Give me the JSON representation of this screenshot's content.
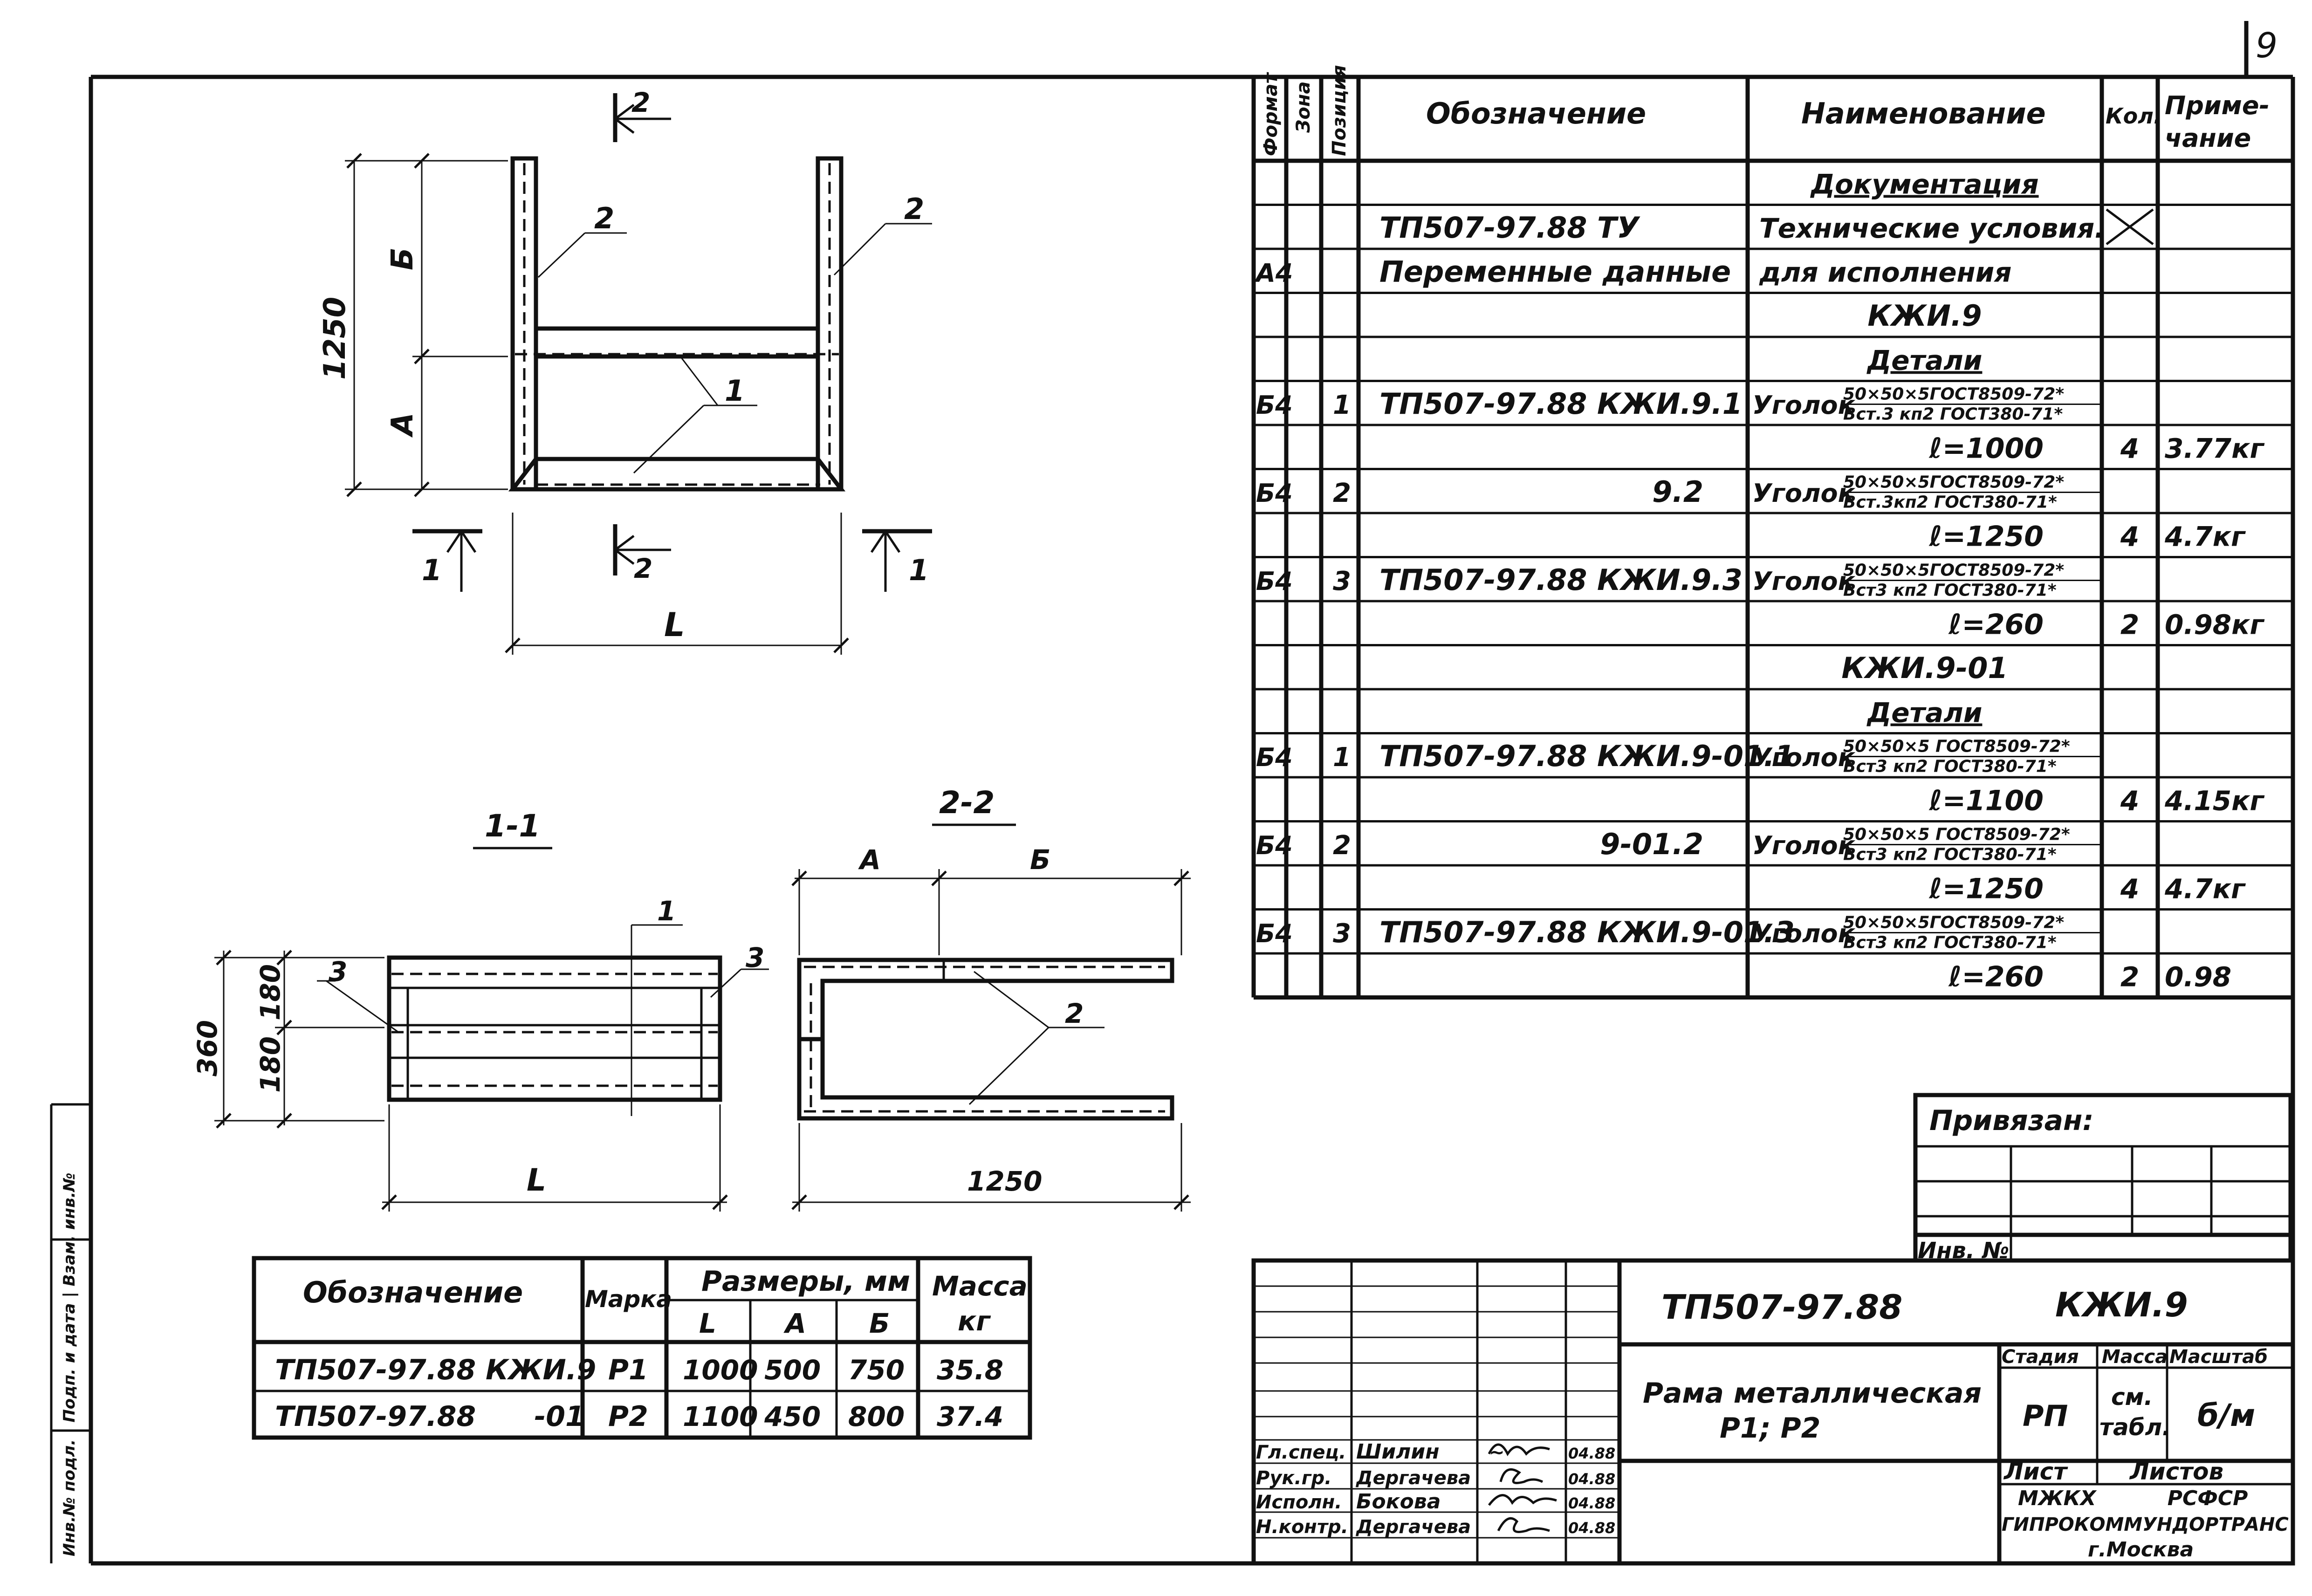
{
  "sheet_number": "9",
  "spec_table": {
    "headers": {
      "format": "Формат",
      "zone": "Зона",
      "position": "Позиция",
      "designation": "Обозначение",
      "name": "Наименование",
      "qty": "Кол.",
      "note": "Приме-",
      "note2": "чание"
    },
    "rows": [
      {
        "format": "",
        "pos": "",
        "designation": "",
        "name": "Документация",
        "qty": "",
        "note": "",
        "style": "heading"
      },
      {
        "format": "",
        "pos": "",
        "designation": "ТП507-97.88     ТУ",
        "name": "Технические условия.",
        "qty": "",
        "note": "",
        "style": "normal",
        "crossed_qty": true
      },
      {
        "format": "А4",
        "pos": "",
        "designation": "Переменные    данные",
        "name": "для  исполнения",
        "qty": "",
        "note": "",
        "style": "normal"
      },
      {
        "format": "",
        "pos": "",
        "designation": "",
        "name": "КЖИ.9",
        "qty": "",
        "note": "",
        "style": "center"
      },
      {
        "format": "",
        "pos": "",
        "designation": "",
        "name": "Детали",
        "qty": "",
        "note": "",
        "style": "heading"
      },
      {
        "format": "Б4",
        "pos": "1",
        "designation": "ТП507-97.88 КЖИ.9.1",
        "name": "Уголок",
        "name_top": "50×50×5ГОСТ8509-72*",
        "name_bottom": "Вст.3 кп2 ГОСТ380-71*",
        "qty": "",
        "note": "",
        "style": "angle"
      },
      {
        "format": "",
        "pos": "",
        "designation": "",
        "name": "ℓ=1000",
        "qty": "4",
        "note": "3.77кг",
        "style": "right"
      },
      {
        "format": "Б4",
        "pos": "2",
        "designation": "9.2",
        "name": "Уголок",
        "name_top": "50×50×5ГОСТ8509-72*",
        "name_bottom": "Вст.3кп2 ГОСТ380-71*",
        "qty": "",
        "note": "",
        "style": "angle",
        "designation_align": "right"
      },
      {
        "format": "",
        "pos": "",
        "designation": "",
        "name": "ℓ=1250",
        "qty": "4",
        "note": "4.7кг",
        "style": "right"
      },
      {
        "format": "Б4",
        "pos": "3",
        "designation": "ТП507-97.88   КЖИ.9.3",
        "name": "Уголок",
        "name_top": "50×50×5ГОСТ8509-72*",
        "name_bottom": "Вст3 кп2 ГОСТ380-71*",
        "qty": "",
        "note": "",
        "style": "angle"
      },
      {
        "format": "",
        "pos": "",
        "designation": "",
        "name": "ℓ=260",
        "qty": "2",
        "note": "0.98кг",
        "style": "right"
      },
      {
        "format": "",
        "pos": "",
        "designation": "",
        "name": "КЖИ.9-01",
        "qty": "",
        "note": "",
        "style": "center"
      },
      {
        "format": "",
        "pos": "",
        "designation": "",
        "name": "Детали",
        "qty": "",
        "note": "",
        "style": "heading"
      },
      {
        "format": "Б4",
        "pos": "1",
        "designation": "ТП507-97.88   КЖИ.9-01.1",
        "name": "Уголок",
        "name_top": "50×50×5 ГОСТ8509-72*",
        "name_bottom": "Вст3 кп2 ГОСТ380-71*",
        "qty": "",
        "note": "",
        "style": "angle"
      },
      {
        "format": "",
        "pos": "",
        "designation": "",
        "name": "ℓ=1100",
        "qty": "4",
        "note": "4.15кг",
        "style": "right"
      },
      {
        "format": "Б4",
        "pos": "2",
        "designation": "9-01.2",
        "name": "Уголок",
        "name_top": "50×50×5 ГОСТ8509-72*",
        "name_bottom": "Вст3 кп2 ГОСТ380-71*",
        "qty": "",
        "note": "",
        "style": "angle",
        "designation_align": "right"
      },
      {
        "format": "",
        "pos": "",
        "designation": "",
        "name": "ℓ=1250",
        "qty": "4",
        "note": "4.7кг",
        "style": "right"
      },
      {
        "format": "Б4",
        "pos": "3",
        "designation": "ТП507-97.88   КЖИ.9-01.3",
        "name": "Уголок",
        "name_top": "50×50×5ГОСТ8509-72*",
        "name_bottom": "Вст3 кп2 ГОСТ380-71*",
        "qty": "",
        "note": "",
        "style": "angle"
      },
      {
        "format": "",
        "pos": "",
        "designation": "",
        "name": "ℓ=260",
        "qty": "2",
        "note": "0.98",
        "style": "right"
      }
    ]
  },
  "views": {
    "main": {
      "dim_total": "1250",
      "dim_a": "А",
      "dim_b": "Б",
      "dim_l": "L",
      "callout_1": "1",
      "callout_2a": "2",
      "callout_2b": "2",
      "section_mark_1": "1",
      "section_mark_2": "2"
    },
    "section_1_1": {
      "title": "1-1",
      "dim_total": "360",
      "dim_upper": "180",
      "dim_lower": "180",
      "dim_l": "L",
      "callout_1": "1",
      "callout_3a": "3",
      "callout_3b": "3"
    },
    "section_2_2": {
      "title": "2-2",
      "dim_a": "А",
      "dim_b": "Б",
      "dim_total": "1250",
      "callout_2": "2"
    }
  },
  "marks_table": {
    "headers": {
      "designation": "Обозначение",
      "mark": "Марка",
      "dims": "Размеры, мм",
      "l": "L",
      "a": "А",
      "b": "Б",
      "mass": "Масса",
      "mass_unit": "кг"
    },
    "rows": [
      {
        "designation": "ТП507-97.88 КЖИ.9",
        "mark": "Р1",
        "l": "1000",
        "a": "500",
        "b": "750",
        "mass": "35.8"
      },
      {
        "designation": "ТП507-97.88      -01",
        "mark": "Р2",
        "l": "1100",
        "a": "450",
        "b": "800",
        "mass": "37.4"
      }
    ]
  },
  "binding_block": {
    "label": "Привязан:",
    "inv_label": "Инв. №"
  },
  "title_block": {
    "code": "ТП507-97.88",
    "mark": "КЖИ.9",
    "title_line1": "Рама   металлическая",
    "title_line2": "Р1;  Р2",
    "stage_label": "Стадия",
    "mass_label": "Масса",
    "scale_label": "Масштаб",
    "stage_value": "РП",
    "mass_value_1": "см.",
    "mass_value_2": "табл.",
    "scale_value": "б/м",
    "sheet_label": "Лист",
    "sheets_label": "Листов",
    "org_line1": "МЖКХ          РСФСР",
    "org_line2": "ГИПРОКОММУНДОРТРАНС",
    "org_line3": "г.Москва",
    "staff": [
      {
        "role": "Гл.спец.",
        "name": "Шилин",
        "date": "04.88"
      },
      {
        "role": "Рук.гр.",
        "name": "Дергачева",
        "date": "04.88"
      },
      {
        "role": "Исполн.",
        "name": "Бокова",
        "date": "04.88"
      },
      {
        "role": "Н.контр.",
        "name": "Дергачева",
        "date": "04.88"
      }
    ]
  },
  "side_stamp": {
    "text": "Инв.№ подл. | Подп. и дата | Взам. инв.№"
  }
}
